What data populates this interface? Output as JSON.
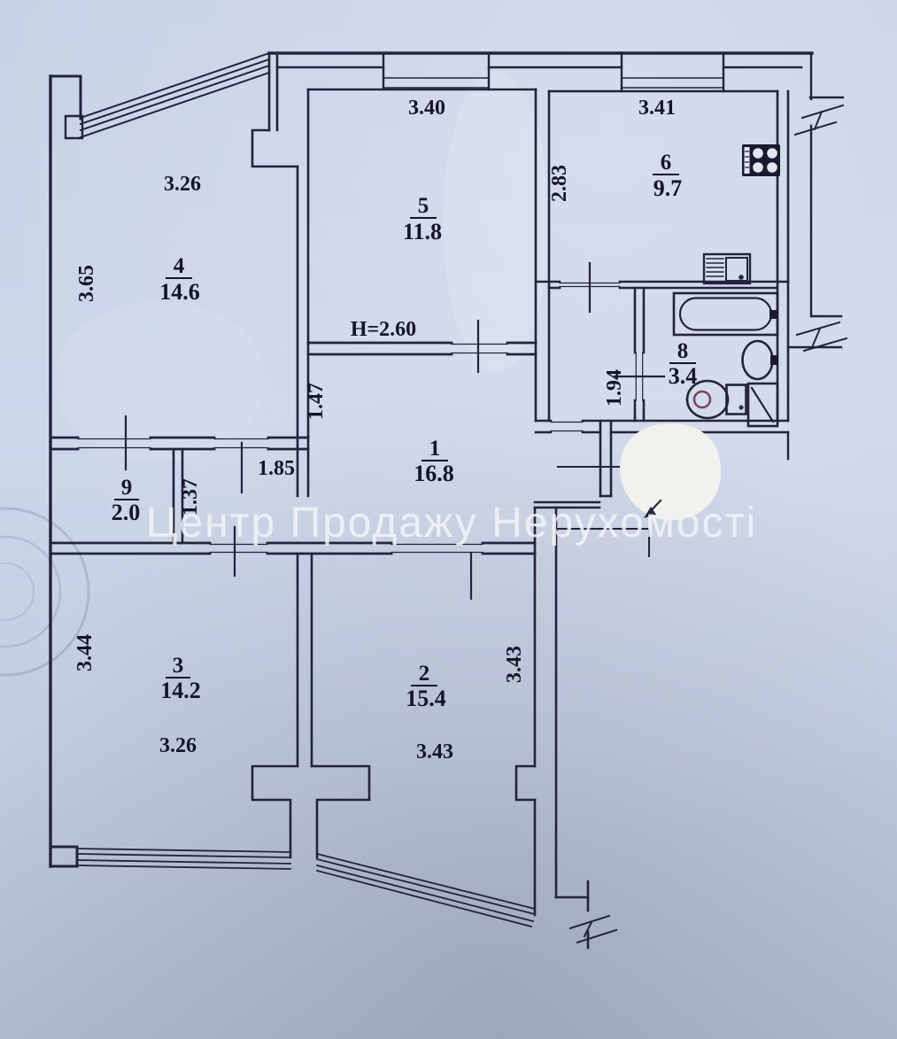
{
  "watermark": "Центр Продажу Нерухомості",
  "ceiling_height_note": "H=2.60",
  "rooms": {
    "r1": {
      "n": "1",
      "a": "16.8"
    },
    "r2": {
      "n": "2",
      "a": "15.4"
    },
    "r3": {
      "n": "3",
      "a": "14.2"
    },
    "r4": {
      "n": "4",
      "a": "14.6"
    },
    "r5": {
      "n": "5",
      "a": "11.8"
    },
    "r6": {
      "n": "6",
      "a": "9.7"
    },
    "r8": {
      "n": "8",
      "a": "3.4"
    },
    "r9": {
      "n": "9",
      "a": "2.0"
    }
  },
  "dims": {
    "room4_w": "3.26",
    "room4_h": "3.65",
    "room5_w": "3.40",
    "room6_w": "3.41",
    "room6_h": "2.83",
    "hall_arm_h": "1.47",
    "lobby_h": "1.94",
    "vestibule_w": "1.85",
    "closet_h": "1.37",
    "room3_h": "3.44",
    "room3_w": "3.26",
    "room2_w": "3.43",
    "room2_h": "3.43"
  },
  "icons": [
    "stove-icon",
    "sink-icon",
    "bathtub-icon",
    "washbasin-icon",
    "toilet-icon",
    "shower-tray-icon",
    "entrance-arrow-icon"
  ],
  "colors": {
    "paper": "#c9d4e7",
    "ink": "#23233c",
    "watermark": "rgba(242,244,247,0.85)",
    "toilet_accent": "#7d4558",
    "erased_blob": "#f1f2ee"
  }
}
